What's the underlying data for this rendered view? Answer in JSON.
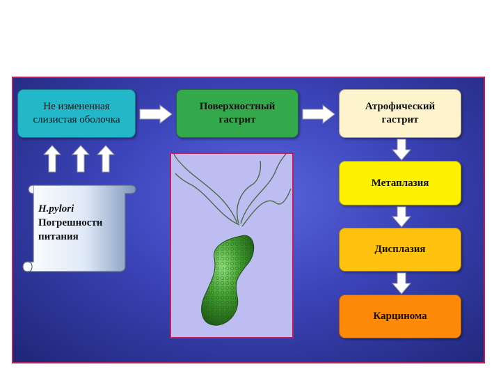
{
  "boxes": {
    "normal": "Не измененная\nслизистая оболочка",
    "superficial": "Поверхностный\nгастрит",
    "atrophic": "Атрофический\nгастрит",
    "metaplasia": "Метаплазия",
    "dysplasia": "Дисплазия",
    "carcinoma": "Карцинома"
  },
  "scroll": {
    "pylori": "H.pylori",
    "errors": "Погрешности\nпитания"
  },
  "colors": {
    "panel_border": "#c0205a",
    "normal": "#22b7c9",
    "superficial": "#33a94b",
    "atrophic": "#fdf3cc",
    "metaplasia": "#fff200",
    "dysplasia": "#ffc20e",
    "carcinoma": "#ff8a0a"
  }
}
